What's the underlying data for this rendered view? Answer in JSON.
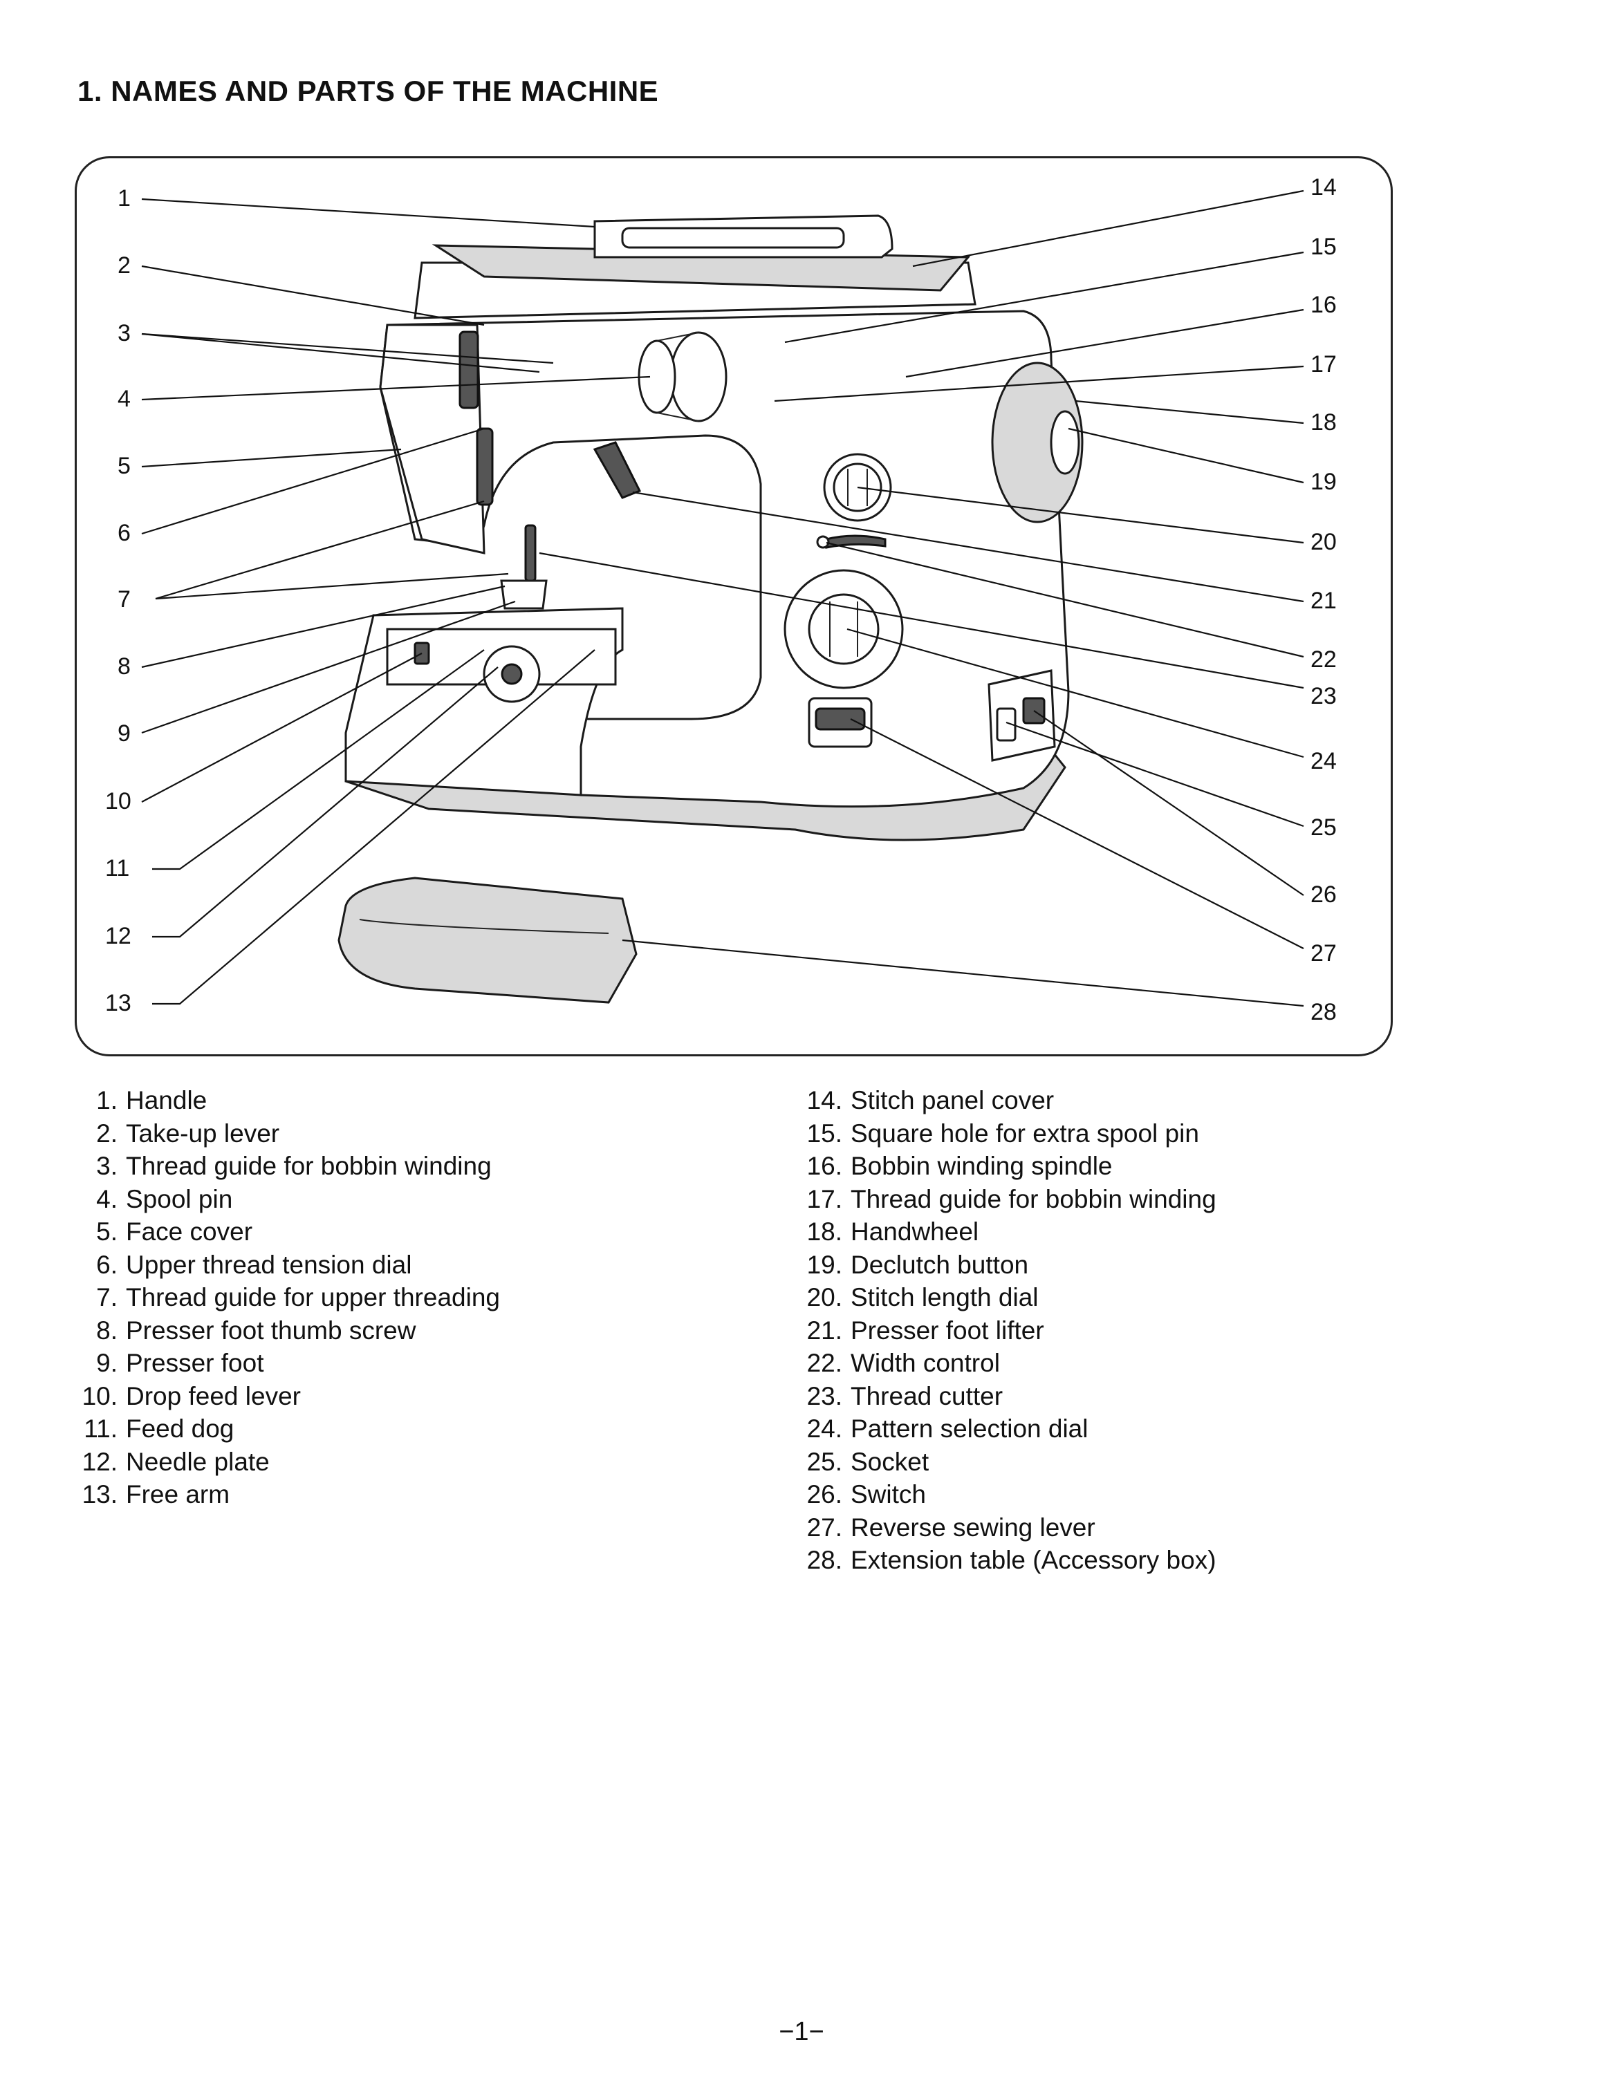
{
  "page": {
    "title": "1. NAMES AND PARTS OF THE MACHINE",
    "page_number": "−1−"
  },
  "callouts_left": [
    "1",
    "2",
    "3",
    "4",
    "5",
    "6",
    "7",
    "8",
    "9",
    "10",
    "11",
    "12",
    "13"
  ],
  "callouts_right": [
    "14",
    "15",
    "16",
    "17",
    "18",
    "19",
    "20",
    "21",
    "22",
    "23",
    "24",
    "25",
    "26",
    "27",
    "28"
  ],
  "parts_left": [
    {
      "num": "1.",
      "label": "Handle"
    },
    {
      "num": "2.",
      "label": "Take-up lever"
    },
    {
      "num": "3.",
      "label": "Thread guide for bobbin winding"
    },
    {
      "num": "4.",
      "label": "Spool pin"
    },
    {
      "num": "5.",
      "label": "Face cover"
    },
    {
      "num": "6.",
      "label": "Upper thread tension dial"
    },
    {
      "num": "7.",
      "label": "Thread guide for upper threading"
    },
    {
      "num": "8.",
      "label": "Presser foot thumb screw"
    },
    {
      "num": "9.",
      "label": "Presser foot"
    },
    {
      "num": "10.",
      "label": "Drop feed lever"
    },
    {
      "num": "11.",
      "label": "Feed dog"
    },
    {
      "num": "12.",
      "label": "Needle plate"
    },
    {
      "num": "13.",
      "label": "Free arm"
    }
  ],
  "parts_right": [
    {
      "num": "14.",
      "label": "Stitch panel cover"
    },
    {
      "num": "15.",
      "label": "Square hole for extra spool pin"
    },
    {
      "num": "16.",
      "label": "Bobbin winding spindle"
    },
    {
      "num": "17.",
      "label": "Thread guide for bobbin winding"
    },
    {
      "num": "18.",
      "label": "Handwheel"
    },
    {
      "num": "19.",
      "label": "Declutch button"
    },
    {
      "num": "20.",
      "label": "Stitch length dial"
    },
    {
      "num": "21.",
      "label": "Presser foot lifter"
    },
    {
      "num": "22.",
      "label": "Width control"
    },
    {
      "num": "23.",
      "label": "Thread cutter"
    },
    {
      "num": "24.",
      "label": "Pattern selection dial"
    },
    {
      "num": "25.",
      "label": "Socket"
    },
    {
      "num": "26.",
      "label": "Switch"
    },
    {
      "num": "27.",
      "label": "Reverse sewing lever"
    },
    {
      "num": "28.",
      "label": "Extension table (Accessory box)"
    }
  ]
}
